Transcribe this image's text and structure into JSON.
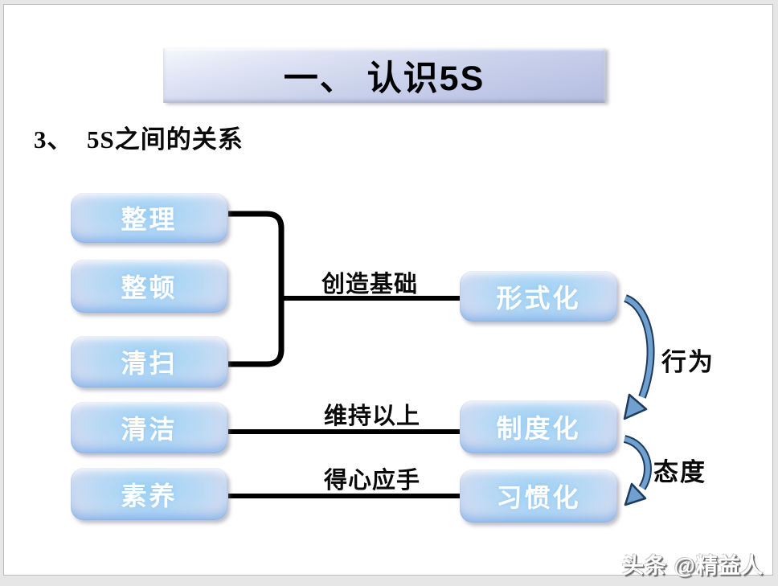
{
  "slide": {
    "title": "一、 认识5S",
    "subtitle": "3、  5S之间的关系",
    "left_boxes": [
      "整理",
      "整顿",
      "清扫",
      "清洁",
      "素养"
    ],
    "right_boxes": [
      "形式化",
      "制度化",
      "习惯化"
    ],
    "connectors": [
      {
        "label": "创造基础",
        "from": "整理/整顿/清扫",
        "to": "形式化"
      },
      {
        "label": "维持以上",
        "from": "清洁",
        "to": "制度化"
      },
      {
        "label": "得心应手",
        "from": "素养",
        "to": "习惯化"
      }
    ],
    "arrows": [
      {
        "label": "行为",
        "from": "形式化",
        "to": "制度化"
      },
      {
        "label": "态度",
        "from": "制度化",
        "to": "习惯化"
      }
    ],
    "watermark": "头条 @精益人",
    "colors": {
      "bubble_blue": "#9dd1f5",
      "bubble_edge": "#eae7f5",
      "title_bar_lavender": "#c9d1eb",
      "arrow_fill": "#6fa0d0",
      "arrow_outline": "#1e3a5c",
      "line_black": "#000000"
    }
  }
}
